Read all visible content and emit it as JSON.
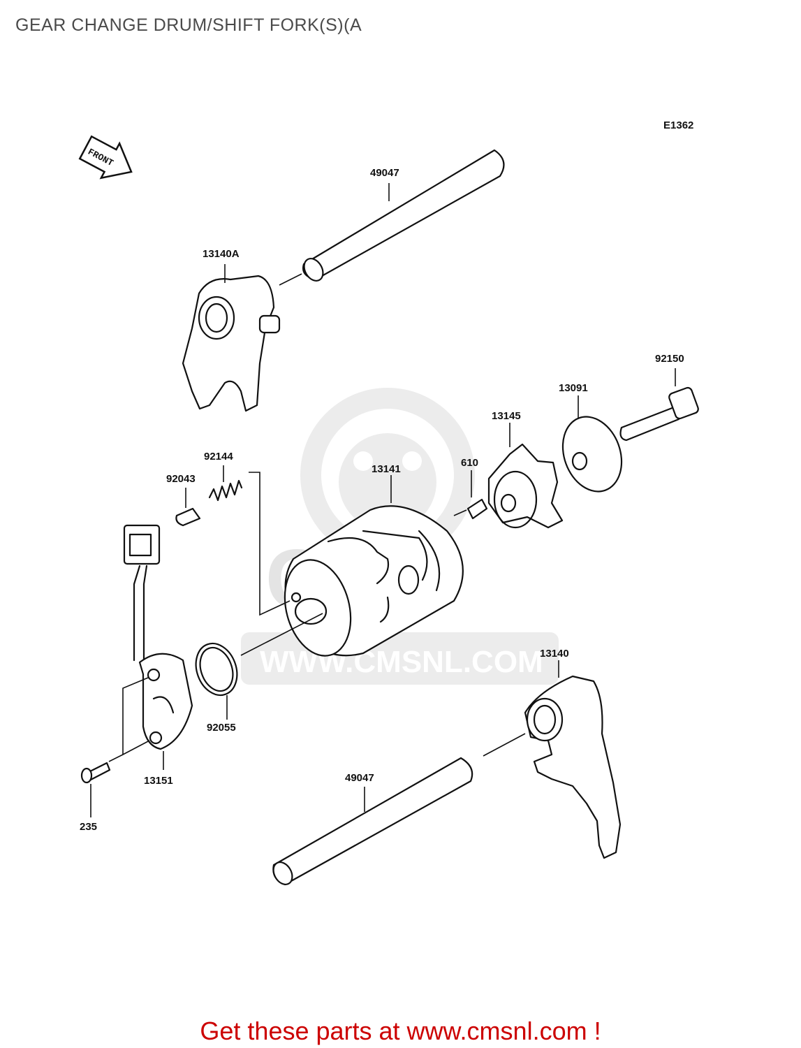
{
  "header": {
    "title": "GEAR CHANGE DRUM/SHIFT FORK(S)(A"
  },
  "diagram": {
    "code": "E1362",
    "front_label": "FRONT",
    "watermark_text": "WWW.CMSNL.COM",
    "watermark_logo_text": "CMS",
    "parts": [
      {
        "id": "p1",
        "number": "49047"
      },
      {
        "id": "p2",
        "number": "13140A"
      },
      {
        "id": "p3",
        "number": "92150"
      },
      {
        "id": "p4",
        "number": "13091"
      },
      {
        "id": "p5",
        "number": "13145"
      },
      {
        "id": "p6",
        "number": "92144"
      },
      {
        "id": "p7",
        "number": "610"
      },
      {
        "id": "p8",
        "number": "13141"
      },
      {
        "id": "p9",
        "number": "92043"
      },
      {
        "id": "p10",
        "number": "13140"
      },
      {
        "id": "p11",
        "number": "92055"
      },
      {
        "id": "p12",
        "number": "49047"
      },
      {
        "id": "p13",
        "number": "13151"
      },
      {
        "id": "p14",
        "number": "235"
      }
    ]
  },
  "footer": {
    "link_text": "Get these parts at www.cmsnl.com !",
    "link_color": "#cc0000"
  }
}
